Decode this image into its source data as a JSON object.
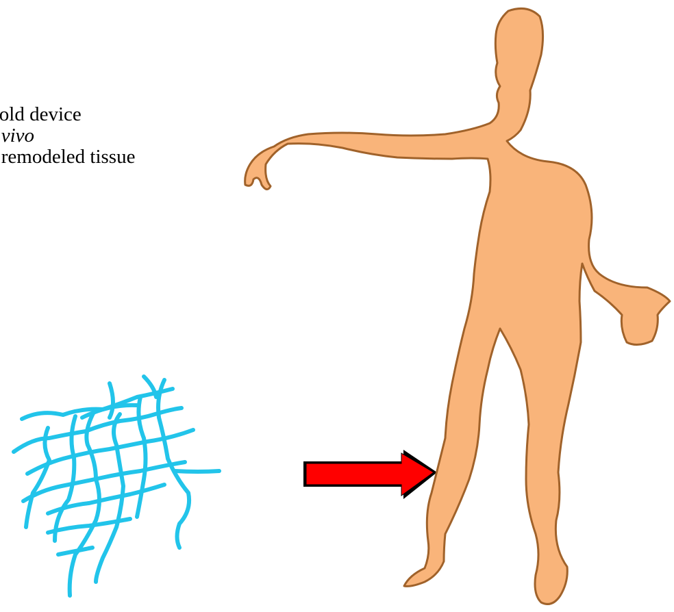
{
  "caption": {
    "line1": "ffold device",
    "line2": "n vivo",
    "line3": "y remodeled tissue"
  },
  "icons": {
    "scaffold": "scaffold-mesh-icon",
    "arrow": "right-arrow-icon",
    "body": "human-silhouette-icon"
  },
  "colors": {
    "scaffold": "#22c4ea",
    "arrow_fill": "#ff0000",
    "arrow_stroke": "#000000",
    "body_fill": "#f9b47a",
    "body_stroke": "#a0622a",
    "text": "#000000"
  }
}
